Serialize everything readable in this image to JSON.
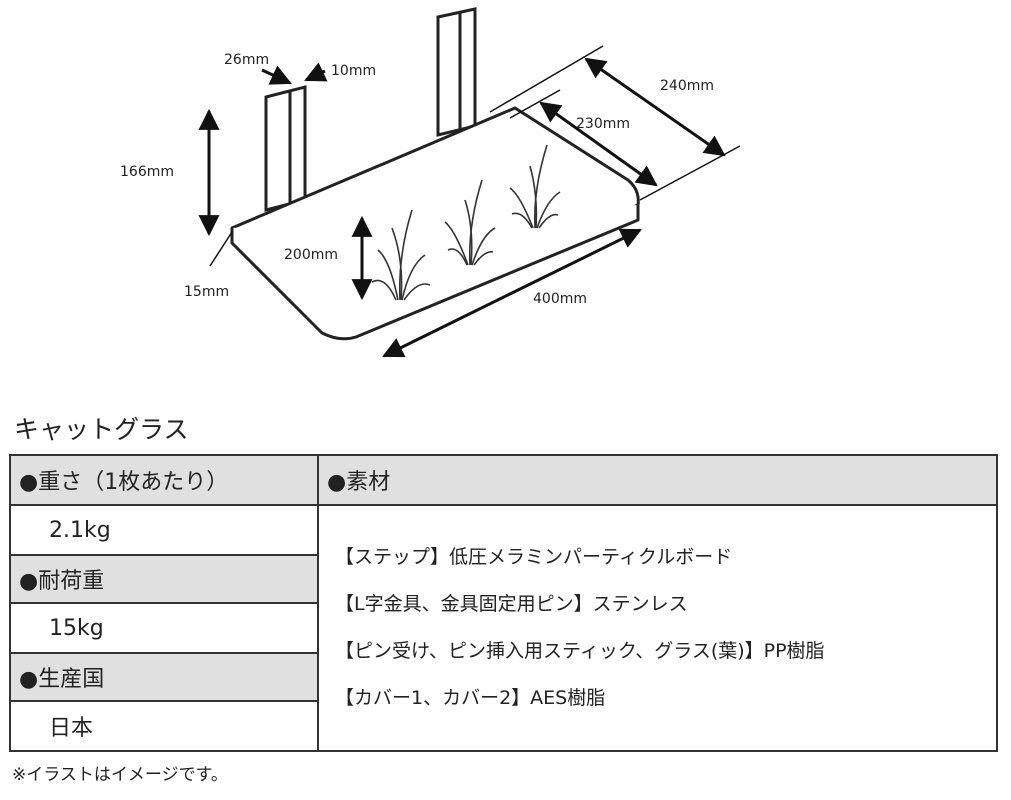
{
  "illustration": {
    "dimensions": {
      "post_width": "26mm",
      "post_thickness": "10mm",
      "post_height": "166mm",
      "board_thickness": "15mm",
      "board_depth": "200mm",
      "board_length": "400mm",
      "inner_width": "230mm",
      "outer_width": "240mm"
    }
  },
  "product_title": "キャットグラス",
  "specs": {
    "weight_label": "●重さ（1枚あたり）",
    "weight_value": "2.1kg",
    "load_label": "●耐荷重",
    "load_value": "15kg",
    "origin_label": "●生産国",
    "origin_value": "日本",
    "material_label": "●素材",
    "materials": [
      "【ステップ】低圧メラミンパーティクルボード",
      "【L字金具、金具固定用ピン】ステンレス",
      "【ピン受け、ピン挿入用スティック、グラス(葉)】PP樹脂",
      "【カバー1、カバー2】AES樹脂"
    ]
  },
  "footnote": "※イラストはイメージです。"
}
